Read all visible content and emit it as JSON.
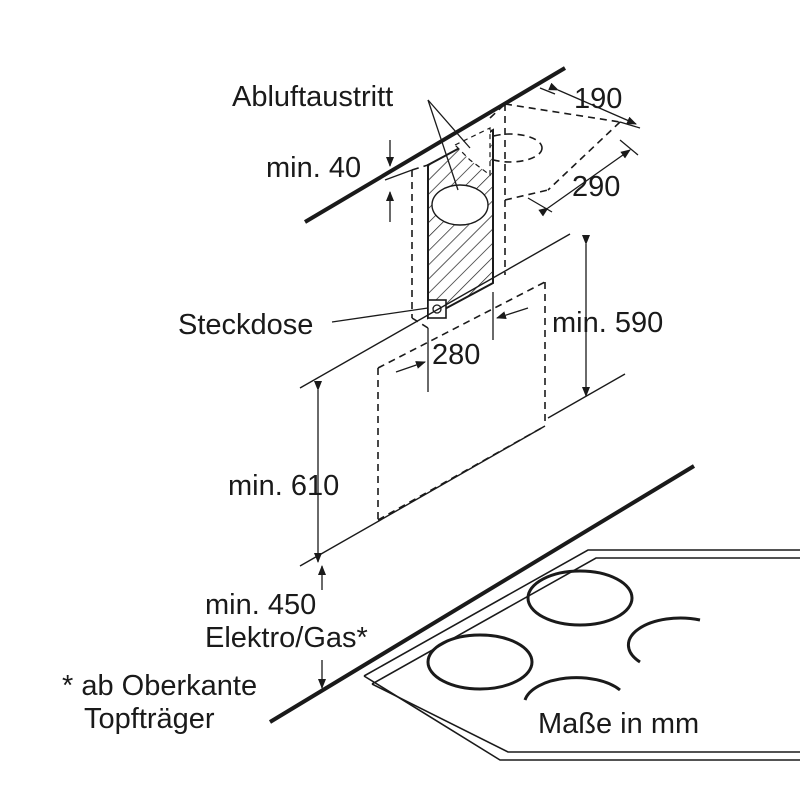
{
  "labels": {
    "exhaust_outlet": "Abluftaustritt",
    "min_40": "min. 40",
    "dim_190": "190",
    "dim_290": "290",
    "socket": "Steckdose",
    "min_590": "min. 590",
    "dim_280": "280",
    "min_610": "min. 610",
    "min_450": "min. 450",
    "elektro_gas": "Elektro/Gas*",
    "footnote_line1": "* ab Oberkante",
    "footnote_line2": "Topfträger",
    "units": "Maße in mm"
  },
  "colors": {
    "ink": "#1a1a1a",
    "background": "#ffffff"
  }
}
